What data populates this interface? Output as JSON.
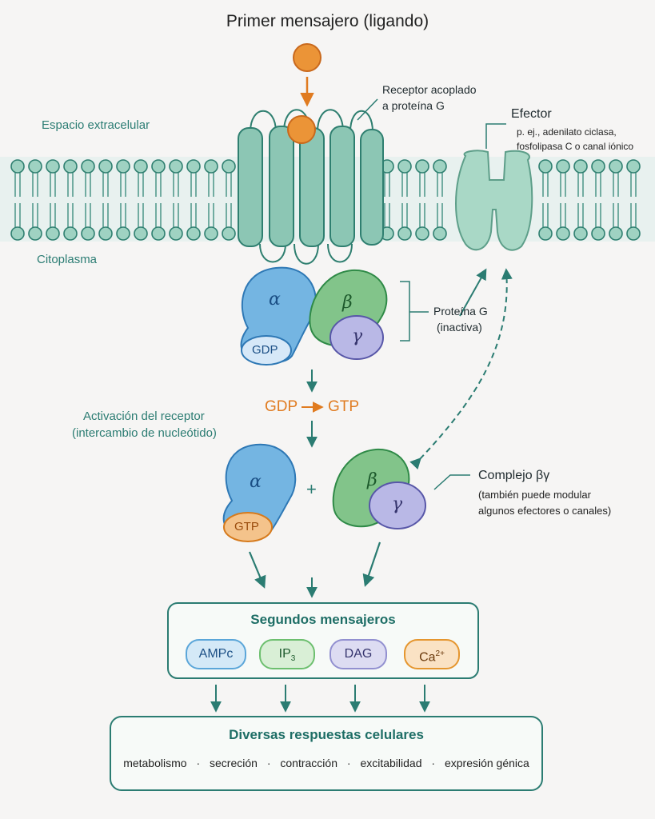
{
  "title": "Primer mensajero (ligando)",
  "regions": {
    "extracellular": "Espacio extracelular",
    "cytoplasm": "Citoplasma"
  },
  "receptor": {
    "label_line1": "Receptor acoplado",
    "label_line2": "a proteína G"
  },
  "effector": {
    "title": "Efector",
    "desc_line1": "p. ej., adenilato ciclasa,",
    "desc_line2": "fosfolipasa C o canal iónico"
  },
  "g_protein": {
    "alpha": "α",
    "beta": "β",
    "gamma": "γ",
    "gdp": "GDP",
    "label_line1": "Proteína G",
    "label_line2": "(inactiva)"
  },
  "exchange": {
    "from": "GDP",
    "to": "GTP",
    "activation_line1": "Activación del receptor",
    "activation_line2": "(intercambio de nucleótido)"
  },
  "activated": {
    "alpha": "α",
    "gtp": "GTP",
    "plus": "+",
    "beta": "β",
    "gamma": "γ"
  },
  "complex": {
    "title": "Complejo βγ",
    "desc_line1": "(también puede modular",
    "desc_line2": "algunos efectores o canales)"
  },
  "second_messengers": {
    "title": "Segundos mensajeros",
    "items": [
      {
        "main": "AMPc",
        "sub": "",
        "sup": ""
      },
      {
        "main": "IP",
        "sub": "3",
        "sup": ""
      },
      {
        "main": "DAG",
        "sub": "",
        "sup": ""
      },
      {
        "main": "Ca",
        "sub": "",
        "sup": "2+"
      }
    ]
  },
  "responses": {
    "title": "Diversas respuestas celulares",
    "items": [
      "metabolismo",
      "secreción",
      "contracción",
      "excitabilidad",
      "expresión génica"
    ],
    "separator": "·"
  },
  "colors": {
    "teal": "#2b7c72",
    "membrane": "#7fbfb1",
    "orange": "#e07b20",
    "alpha_blue": "#5aa7dc",
    "beta_green": "#5fb26f",
    "gamma_lilac": "#a9a8dc",
    "ampc": "#5ba6d9",
    "ip3": "#6dbf6f",
    "dag": "#9290d0",
    "ca": "#e5962f"
  }
}
